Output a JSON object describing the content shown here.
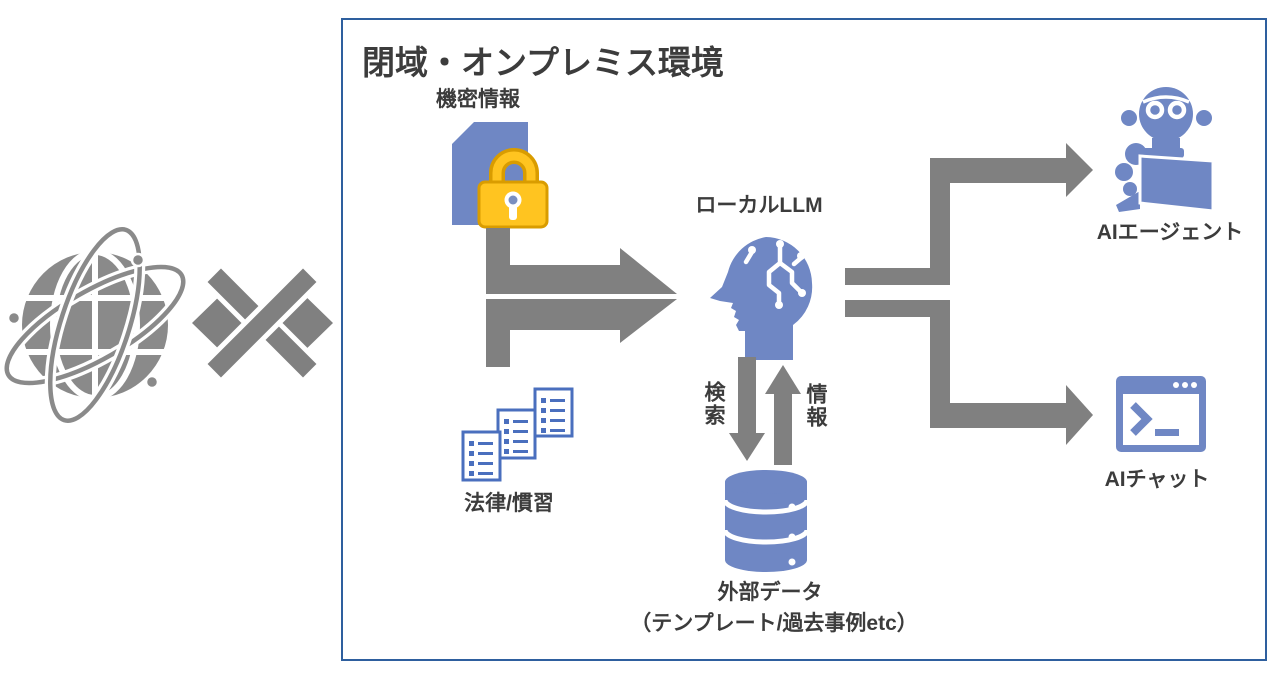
{
  "title": "閉域・オンプレミス環境",
  "labels": {
    "confidential": "機密情報",
    "laws": "法律/慣習",
    "local_llm": "ローカルLLM",
    "search": "検索",
    "info": "情報",
    "external_data": "外部データ",
    "external_data_detail": "（テンプレート/過去事例etc）",
    "ai_agent": "AIエージェント",
    "ai_chat": "AIチャット"
  },
  "icons": {
    "internet": "globe-network-icon",
    "blocked": "blocked-connection-x-arrow-icon",
    "confidential": "locked-document-icon",
    "laws": "document-list-icons",
    "local_llm": "head-circuit-icon",
    "external_data": "database-icon",
    "ai_agent": "robot-laptop-icon",
    "ai_chat": "terminal-window-icon"
  },
  "colors": {
    "icon-blue": "#6F87C4",
    "doc-outline-blue": "#4A6FBE",
    "arrow-gray": "#808080",
    "globe-gray": "#8A8A8A",
    "lock-gold": "#FFC420",
    "lock-gold-dark": "#D99C00",
    "box-border": "#2E5F9E",
    "text": "#3C3C3C",
    "background": "#FFFFFF"
  }
}
